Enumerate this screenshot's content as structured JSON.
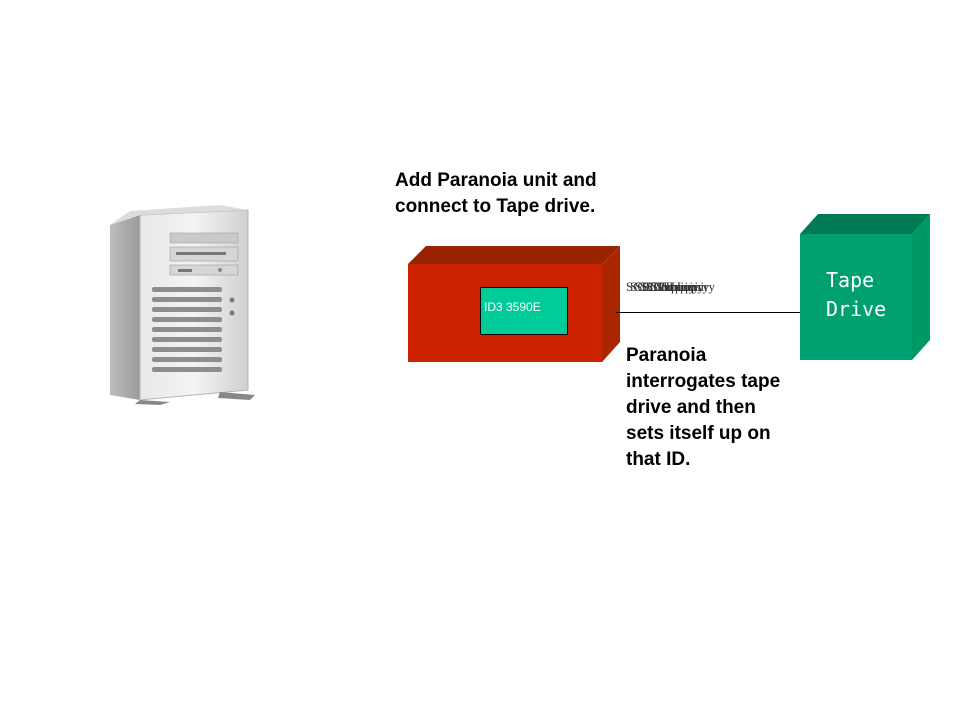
{
  "captions": {
    "title": "Add Paranoia unit and connect to Tape drive.",
    "description": "Paranoia interrogates tape drive and then sets itself up on that ID."
  },
  "paranoia_unit": {
    "id_label": "ID3 3590E",
    "color": "#cc2200",
    "label_color": "#00cc99"
  },
  "tape_drive": {
    "label_line1": "Tape",
    "label_line2": "Drive",
    "color": "#00a070"
  },
  "connection": {
    "labels": [
      "SCSI Inquiry",
      "SCSI Inquiry",
      "SCSI Inquiry",
      "SCSI Inquiry",
      "SCSI Inquiry"
    ]
  },
  "icons": {
    "server": "server-tower-icon"
  }
}
